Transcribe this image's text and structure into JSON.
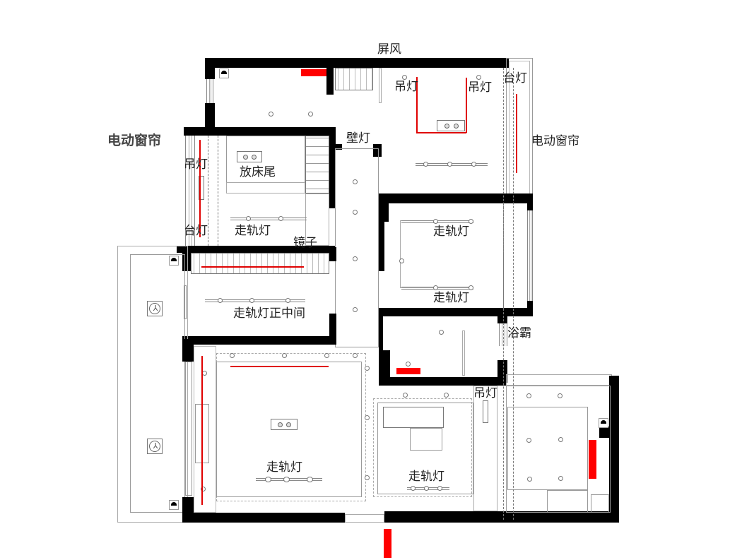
{
  "title": "电动窗帘",
  "labels": {
    "screen": "屏风",
    "curtain_left": "电动窗帘",
    "curtain_right": "电动窗帘",
    "master_pendant_left": "吊灯",
    "master_pendant_right": "吊灯",
    "master_desk_lamp": "台灯",
    "wall_lamp": "壁灯",
    "bed2_pendant": "吊灯",
    "bed2_foot": "放床尾",
    "bed2_desk_lamp": "台灯",
    "bed2_track": "走轨灯",
    "mirror": "镜子",
    "closet_track": "走轨灯正中间",
    "bed3_track_top": "走轨灯",
    "bed3_track_bottom": "走轨灯",
    "bath_heater": "浴霸",
    "living_track": "走轨灯",
    "dining_track": "走轨灯",
    "dining_pendant": "吊灯"
  },
  "legend": {
    "wall_color": "#000000",
    "marker_color": "#ff0000",
    "line_color": "#e00000",
    "fixture_stroke": "#777777"
  },
  "icons": {
    "downlight": "downlight-icon",
    "socket": "socket-icon",
    "fan": "exhaust-fan-icon"
  },
  "fan_glyph": "⅄"
}
